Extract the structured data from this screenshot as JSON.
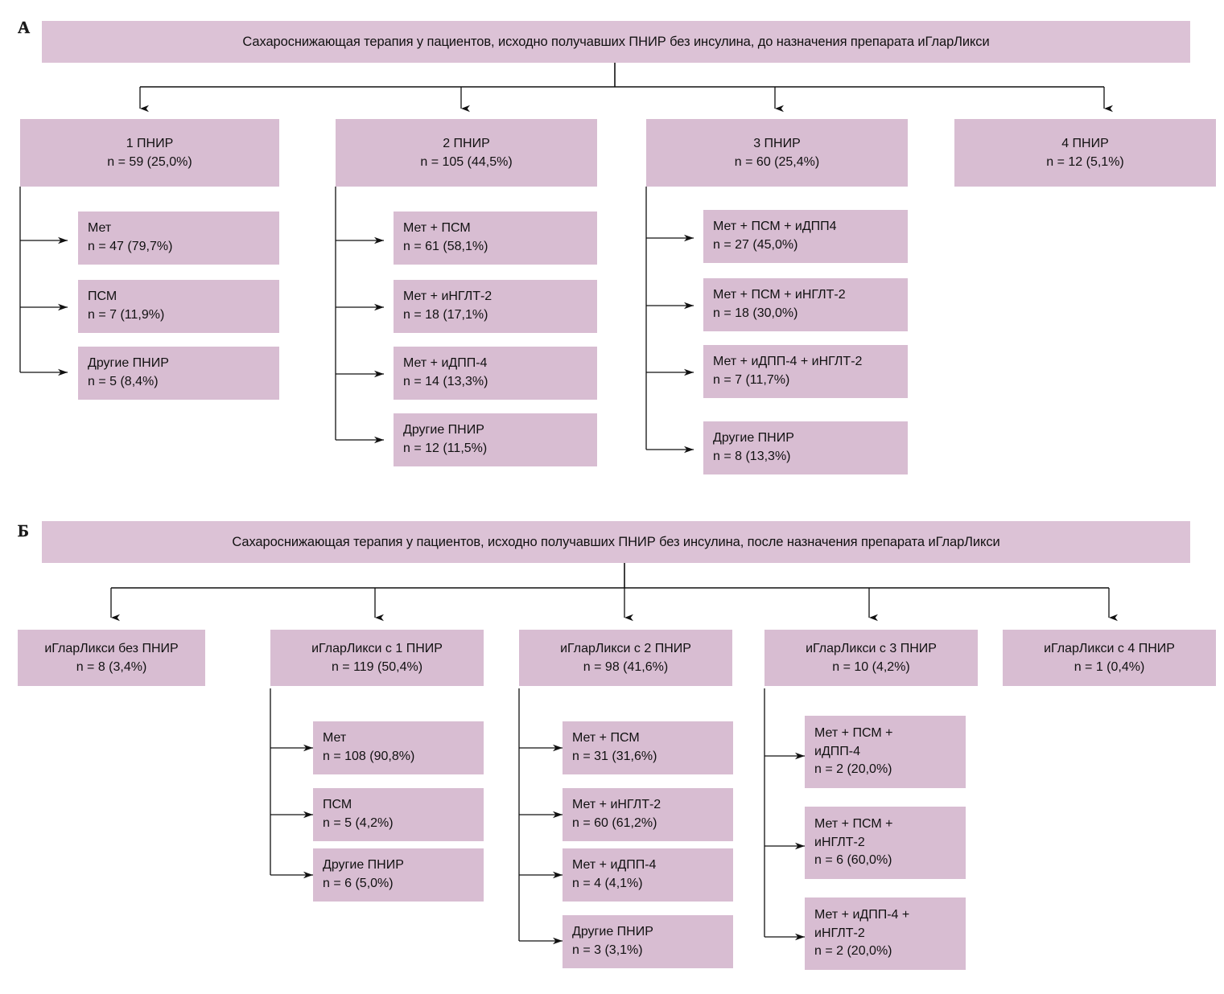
{
  "figure": {
    "type": "flowchart",
    "panels": [
      {
        "letter": "А",
        "header": "Сахароснижающая терапия у пациентов, исходно получавших ПНИР без инсулина, до назначения препарата иГларЛикси",
        "branches": [
          {
            "title": "1 ПНИР",
            "count": "n = 59 (25,0%)",
            "children": [
              {
                "label": "Мет",
                "count": "n = 47 (79,7%)"
              },
              {
                "label": "ПСМ",
                "count": "n = 7 (11,9%)"
              },
              {
                "label": "Другие ПНИР",
                "count": "n = 5 (8,4%)"
              }
            ]
          },
          {
            "title": "2 ПНИР",
            "count": "n = 105 (44,5%)",
            "children": [
              {
                "label": "Мет + ПСМ",
                "count": "n = 61 (58,1%)"
              },
              {
                "label": "Мет + иНГЛТ-2",
                "count": "n = 18 (17,1%)"
              },
              {
                "label": "Мет + иДПП-4",
                "count": "n = 14 (13,3%)"
              },
              {
                "label": "Другие ПНИР",
                "count": "n = 12 (11,5%)"
              }
            ]
          },
          {
            "title": "3 ПНИР",
            "count": "n = 60 (25,4%)",
            "children": [
              {
                "label": "Мет + ПСМ + иДПП4",
                "count": "n = 27 (45,0%)"
              },
              {
                "label": "Мет + ПСМ + иНГЛТ-2",
                "count": "n = 18 (30,0%)"
              },
              {
                "label": "Мет + иДПП-4 + иНГЛТ-2",
                "count": "n = 7 (11,7%)"
              },
              {
                "label": "Другие ПНИР",
                "count": "n = 8 (13,3%)"
              }
            ]
          },
          {
            "title": "4 ПНИР",
            "count": "n = 12 (5,1%)",
            "children": []
          }
        ]
      },
      {
        "letter": "Б",
        "header": "Сахароснижающая терапия у пациентов, исходно получавших ПНИР без инсулина, после назначения препарата иГларЛикси",
        "branches": [
          {
            "title": "иГларЛикси без ПНИР",
            "count": "n = 8 (3,4%)",
            "children": []
          },
          {
            "title": "иГларЛикси с 1 ПНИР",
            "count": "n = 119 (50,4%)",
            "children": [
              {
                "label": "Мет",
                "count": "n = 108 (90,8%)"
              },
              {
                "label": "ПСМ",
                "count": "n = 5 (4,2%)"
              },
              {
                "label": "Другие ПНИР",
                "count": "n = 6 (5,0%)"
              }
            ]
          },
          {
            "title": "иГларЛикси с 2 ПНИР",
            "count": "n = 98 (41,6%)",
            "children": [
              {
                "label": "Мет + ПСМ",
                "count": "n = 31 (31,6%)"
              },
              {
                "label": "Мет + иНГЛТ-2",
                "count": "n = 60 (61,2%)"
              },
              {
                "label": "Мет + иДПП-4",
                "count": "n = 4 (4,1%)"
              },
              {
                "label": "Другие ПНИР",
                "count": "n = 3 (3,1%)"
              }
            ]
          },
          {
            "title": "иГларЛикси с 3 ПНИР",
            "count": "n = 10 (4,2%)",
            "children": [
              {
                "label": "Мет + ПСМ +",
                "label2": "иДПП-4",
                "count": "n = 2 (20,0%)"
              },
              {
                "label": "Мет + ПСМ +",
                "label2": "иНГЛТ-2",
                "count": "n = 6 (60,0%)"
              },
              {
                "label": "Мет + иДПП-4 +",
                "label2": "иНГЛТ-2",
                "count": "n = 2 (20,0%)"
              }
            ]
          },
          {
            "title": "иГларЛикси с 4 ПНИР",
            "count": "n = 1 (0,4%)",
            "children": []
          }
        ]
      }
    ],
    "colors": {
      "box_fill": "#d8bdd2",
      "header_fill": "#dcc2d6",
      "connector": "#111111",
      "background": "#ffffff"
    }
  }
}
